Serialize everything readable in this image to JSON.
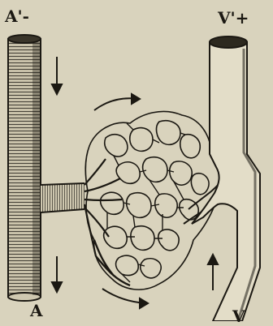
{
  "labels": {
    "artery_top": "A'-",
    "vein_top": "V'+",
    "artery_bottom": "A",
    "vein_bottom": "V"
  },
  "colors": {
    "background": "#d9d3bd",
    "ink": "#1b1812",
    "vessel_fill": "#cfc8b0"
  }
}
